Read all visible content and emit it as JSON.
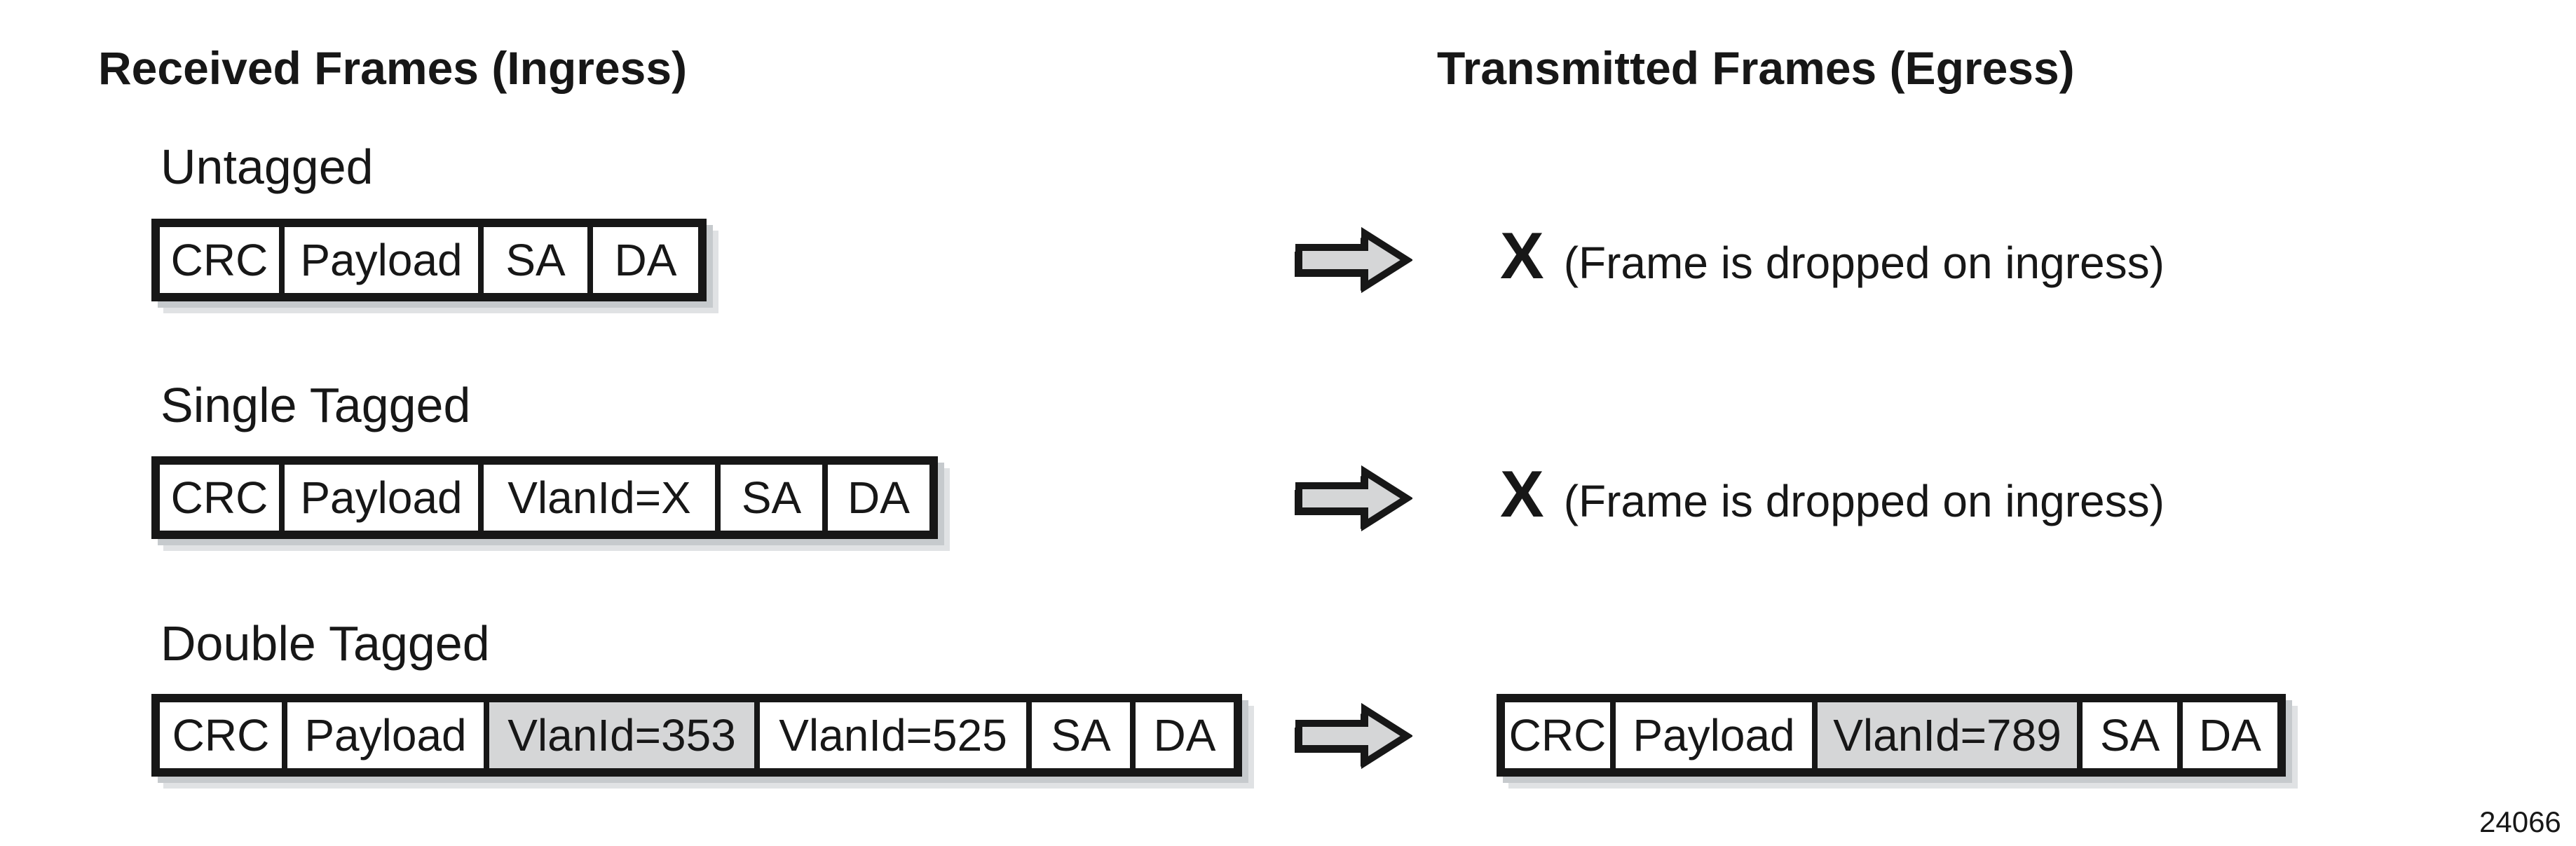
{
  "figure_number": "24066",
  "columns": {
    "ingress_title": "Received Frames (Ingress)",
    "egress_title": "Transmitted Frames (Egress)"
  },
  "colors": {
    "ink": "#171717",
    "shaded_cell_fill": "#d5d6d7",
    "arrow_fill": "#d5d6d7",
    "frame_shadow_inner": "#c6cacd",
    "frame_shadow_outer": "#e0e2e4"
  },
  "icons": {
    "arrow": "right-block-arrow"
  },
  "rows": [
    {
      "label": "Untagged",
      "ingress_cells": [
        {
          "label": "CRC",
          "shaded": false
        },
        {
          "label": "Payload",
          "shaded": false
        },
        {
          "label": "SA",
          "shaded": false
        },
        {
          "label": "DA",
          "shaded": false
        }
      ],
      "egress": {
        "type": "dropped",
        "x_mark": "X",
        "note": "(Frame is dropped on ingress)"
      }
    },
    {
      "label": "Single Tagged",
      "ingress_cells": [
        {
          "label": "CRC",
          "shaded": false
        },
        {
          "label": "Payload",
          "shaded": false
        },
        {
          "label": "VlanId=X",
          "shaded": false
        },
        {
          "label": "SA",
          "shaded": false
        },
        {
          "label": "DA",
          "shaded": false
        }
      ],
      "egress": {
        "type": "dropped",
        "x_mark": "X",
        "note": "(Frame is dropped on ingress)"
      }
    },
    {
      "label": "Double Tagged",
      "ingress_cells": [
        {
          "label": "CRC",
          "shaded": false
        },
        {
          "label": "Payload",
          "shaded": false
        },
        {
          "label": "VlanId=353",
          "shaded": true
        },
        {
          "label": "VlanId=525",
          "shaded": false
        },
        {
          "label": "SA",
          "shaded": false
        },
        {
          "label": "DA",
          "shaded": false
        }
      ],
      "egress": {
        "type": "frame",
        "cells": [
          {
            "label": "CRC",
            "shaded": false
          },
          {
            "label": "Payload",
            "shaded": false
          },
          {
            "label": "VlanId=789",
            "shaded": true
          },
          {
            "label": "SA",
            "shaded": false
          },
          {
            "label": "DA",
            "shaded": false
          }
        ]
      }
    }
  ]
}
